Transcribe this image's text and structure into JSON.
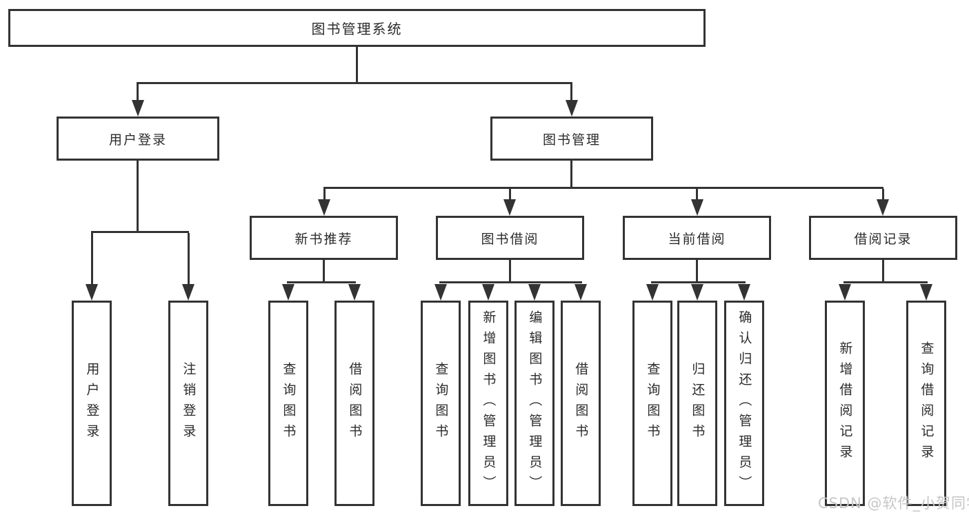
{
  "diagram": {
    "root": "图书管理系统",
    "level2": [
      "用户登录",
      "图书管理"
    ],
    "level3": [
      "新书推荐",
      "图书借阅",
      "当前借阅",
      "借阅记录"
    ],
    "leaves": [
      "用户登录",
      "注销登录",
      "查询图书",
      "借阅图书",
      "查询图书",
      "新增图书（管理员）",
      "编辑图书（管理员）",
      "借阅图书",
      "查询图书",
      "归还图书",
      "确认归还（管理员）",
      "新增借阅记录",
      "查询借阅记录"
    ],
    "watermark": "CSDN @软件_小贺同学",
    "colors": {
      "line": "#333333",
      "text": "#2b2b2b",
      "box_background": "#ffffff",
      "watermark": "#c6c6c6"
    }
  }
}
